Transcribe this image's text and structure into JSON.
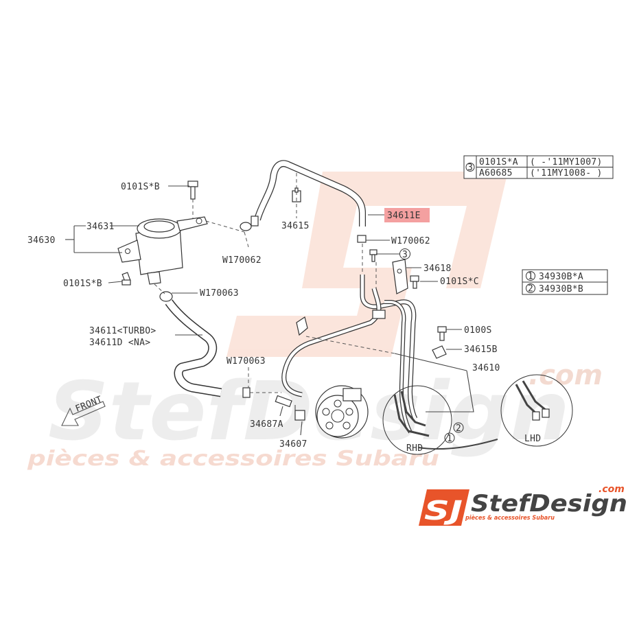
{
  "watermark": {
    "brand": "StefDesign",
    "domain": ".com",
    "tagline": "pièces & accessoires Subaru"
  },
  "logo": {
    "mark": "SJ",
    "brand": "StefDesign",
    "domain": ".com",
    "tagline": "pièces & accessoires Subaru",
    "accent": "#e8542a"
  },
  "highlight_color": "#f4a0a0",
  "legend_bolts": {
    "rows": [
      {
        "num": "3",
        "part": "0101S*A",
        "range": "( -'11MY1007)"
      },
      {
        "num": "",
        "part": "A60685",
        "range": "('11MY1008- )"
      }
    ]
  },
  "legend_clips": {
    "rows": [
      {
        "num": "1",
        "part": "34930B*A"
      },
      {
        "num": "2",
        "part": "34930B*B"
      }
    ]
  },
  "labels": {
    "bolt_top": "0101S*B",
    "tank_cap": "34631",
    "tank": "34630",
    "bolt_bottom": "0101S*B",
    "clamp_left": "W170062",
    "hose_return_clip": "34615",
    "hose_highlight": "34611E",
    "clamp_right": "W170062",
    "bracket": "34618",
    "circle3": "3",
    "bolt_c": "0101S*C",
    "clamp_mid": "W170063",
    "hose_turbo": "34611<TURBO>",
    "hose_na": "34611D <NA>",
    "clamp_low": "W170063",
    "bolt_0100": "0100S",
    "clip_b": "34615B",
    "pipe": "34610",
    "union": "34687A",
    "pump": "34607",
    "rhd": "RHD",
    "lhd": "LHD",
    "circle1": "1",
    "circle2": "2",
    "front": "FRONT"
  }
}
